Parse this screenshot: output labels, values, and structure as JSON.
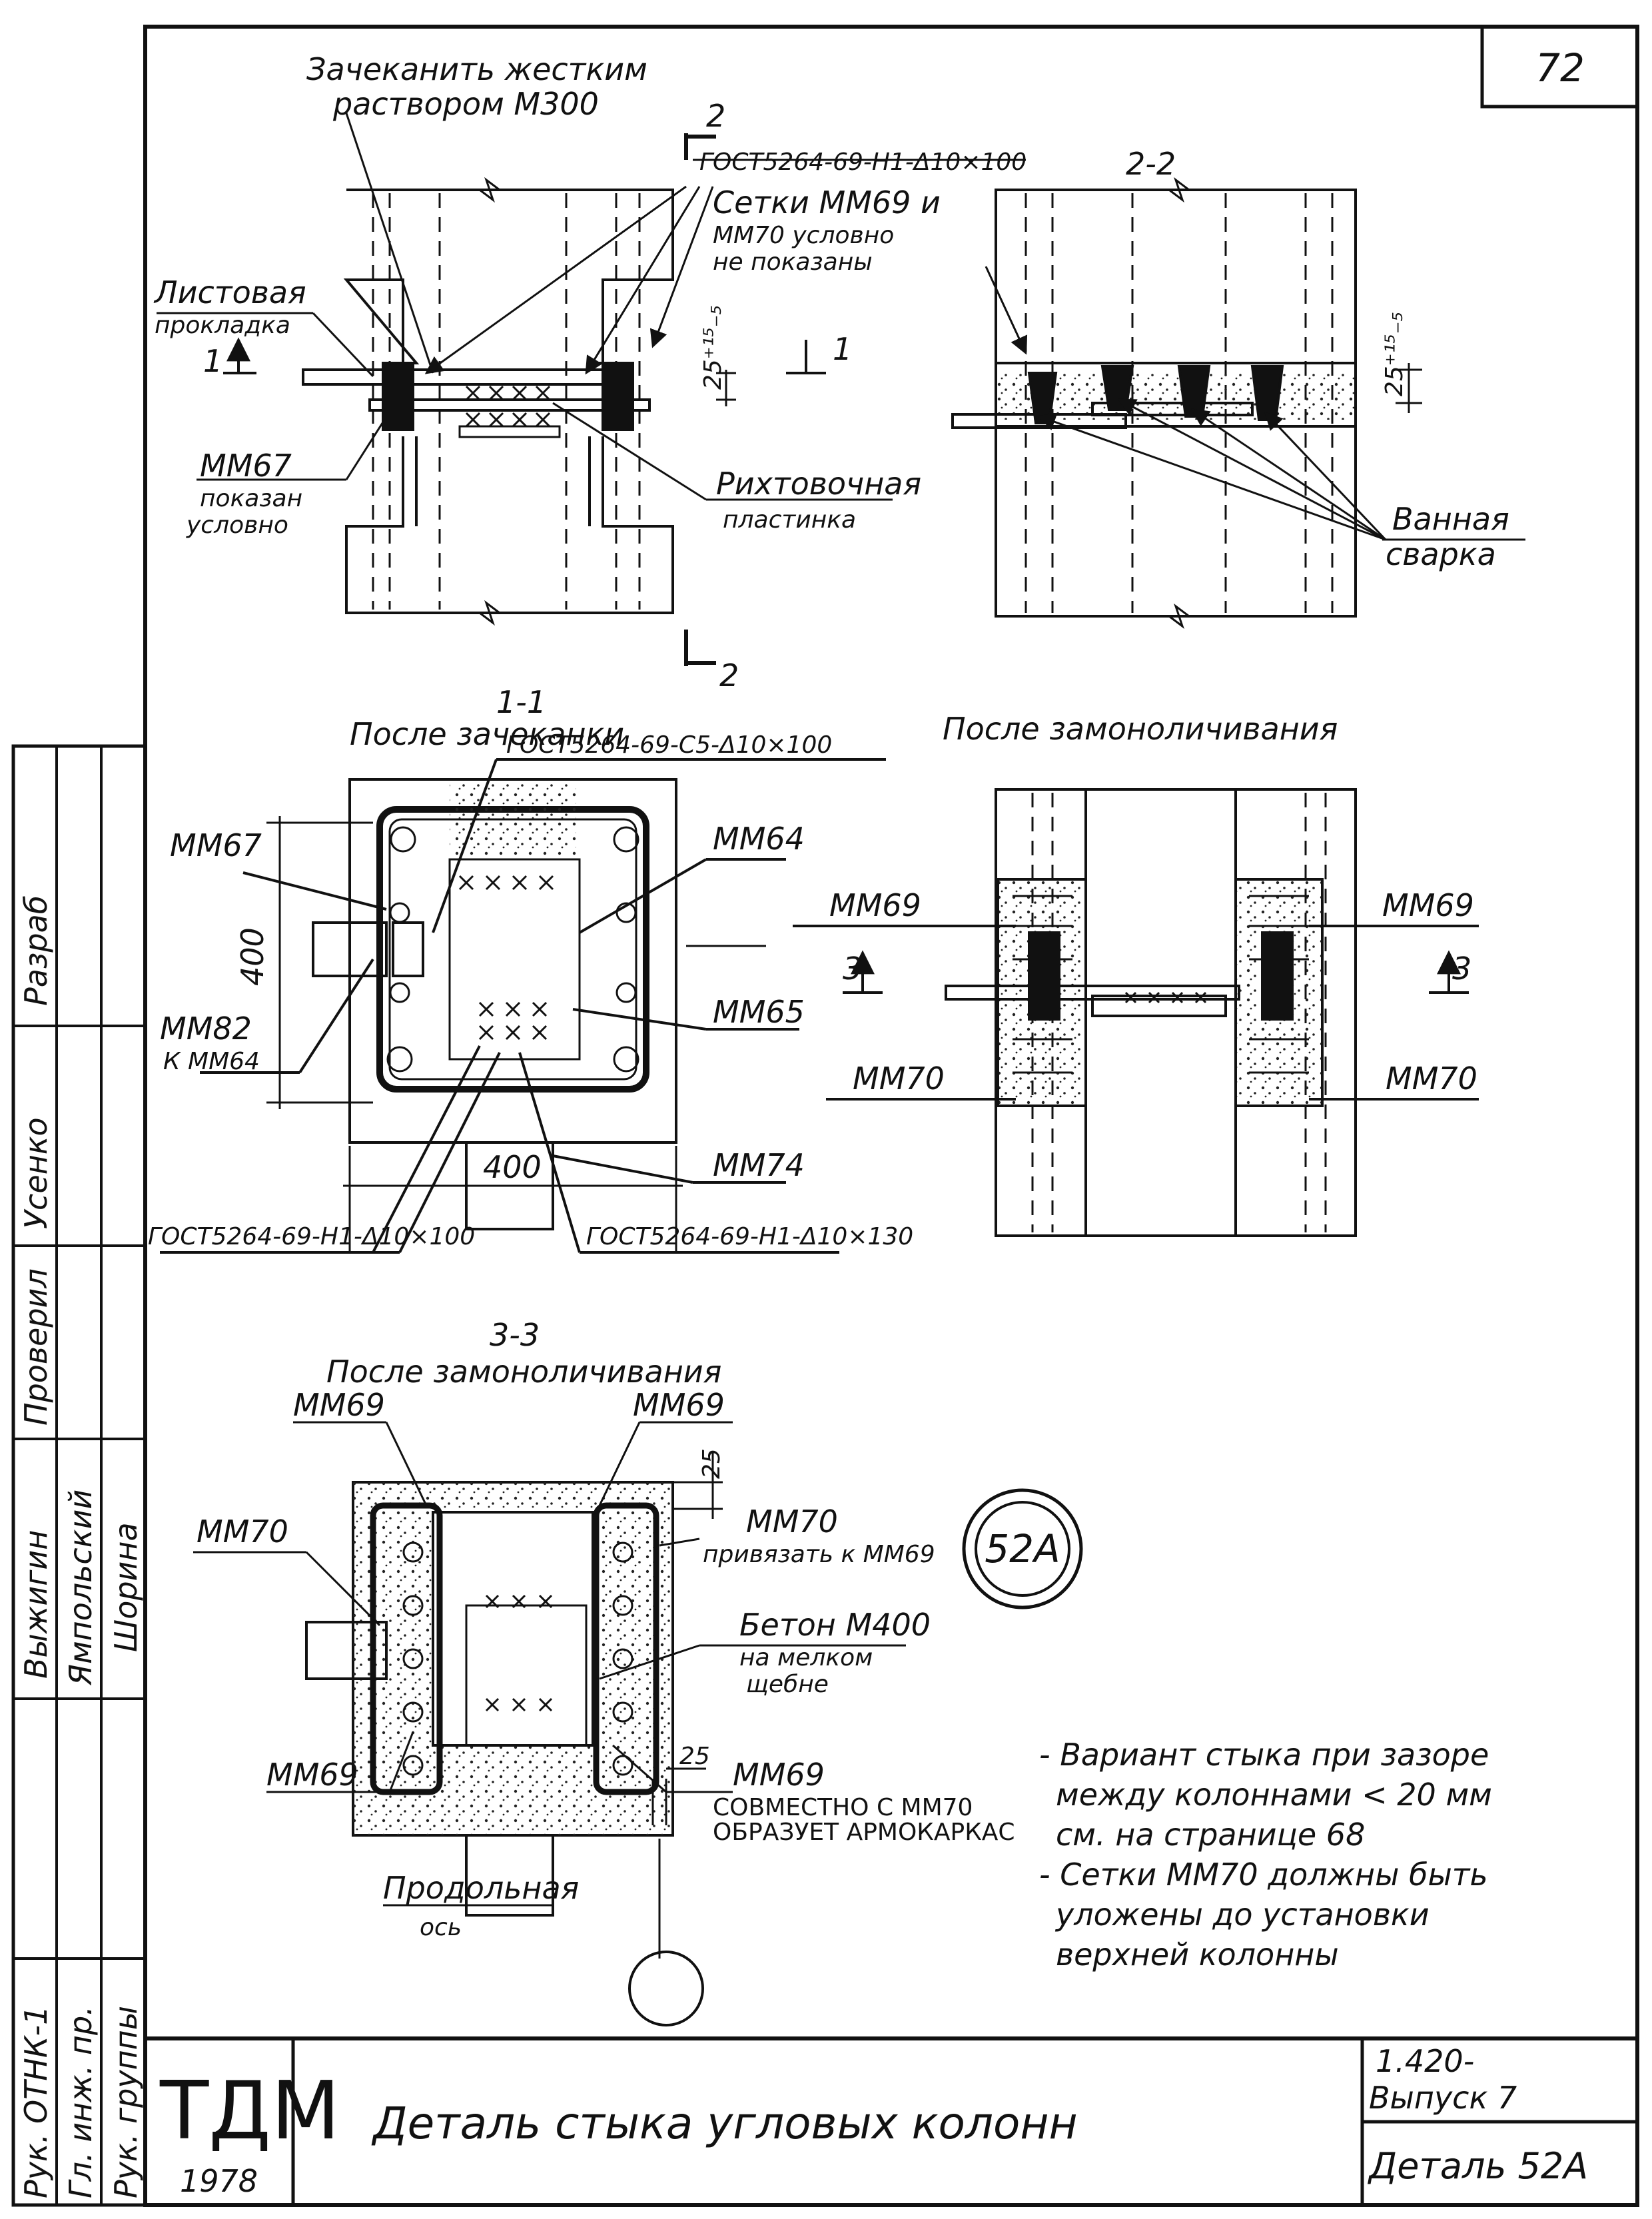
{
  "sheet": {
    "page_number": "72",
    "stamp": "52A"
  },
  "title_block": {
    "logo": "ТДМ",
    "year": "1978",
    "title": "Деталь стыка угловых колонн",
    "series_line1": "1.420-",
    "series_line2": "Выпуск 7",
    "detail": "Деталь 52А"
  },
  "side_stamp": {
    "roles": [
      "Рук. ОТНК-1",
      "Гл. инж. пр.",
      "Рук. группы",
      "Выжигин",
      "Ямпольский",
      "Шорина",
      "Проверил",
      "Усенко",
      "Разраб"
    ],
    "approved": "Разраб",
    "checked": "Проверил"
  },
  "view_top_left": {
    "note_caulk_1": "Зачеканить жестким",
    "note_caulk_2": "раствором М300",
    "section_mark": "2",
    "gost_top": "ГОСТ5264-69-Н1-Δ10×100",
    "mesh_note_1": "Сетки ММ69 и",
    "mesh_note_2": "ММ70 условно",
    "mesh_note_3": "не показаны",
    "sheet_pad_1": "Листовая",
    "sheet_pad_2": "прокладка",
    "cut_mark": "1",
    "dim_25": "25⁺¹⁵₋₅",
    "mm67_1": "ММ67",
    "mm67_2": "показан",
    "mm67_3": "условно",
    "align_plate_1": "Рихтовочная",
    "align_plate_2": "пластинка"
  },
  "view_top_right": {
    "section_title": "2-2",
    "dim_25": "25⁺¹⁵₋₅",
    "bath_weld_1": "Ванная",
    "bath_weld_2": "сварка"
  },
  "view_mid_left": {
    "section_title": "1-1",
    "subtitle": "После зачеканки",
    "gost_c5": "ГОСТ5264-69-С5-Δ10×100",
    "mm67": "ММ67",
    "mm64": "ММ64",
    "mm65": "ММ65",
    "mm82": "ММ82",
    "mm82_note": "К ММ64",
    "mm74": "ММ74",
    "dim_v": "400",
    "dim_h": "400",
    "gost_left": "ГОСТ5264-69-Н1-Δ10×100",
    "gost_bottom": "ГОСТ5264-69-Н1-Δ10×130"
  },
  "view_mid_right": {
    "subtitle": "После замоноличивания",
    "mm69_l": "ММ69",
    "mm69_r": "ММ69",
    "mm70_l": "ММ70",
    "mm70_r": "ММ70",
    "cut_l": "3",
    "cut_r": "3"
  },
  "view_bottom": {
    "section_title": "3-3",
    "subtitle": "После замоноличивания",
    "mm69_tl": "ММ69",
    "mm69_tr": "ММ69",
    "mm70_l": "ММ70",
    "mm70_r": "ММ70",
    "mm70_r_note": "привязать к ММ69",
    "concrete_1": "Бетон М400",
    "concrete_2": "на мелком",
    "concrete_3": "щебне",
    "dim_25_side": "25",
    "dim_25_bot": "25",
    "mm69_bl": "ММ69",
    "mm69_br": "ММ69",
    "mm69_br_note_1": "СОВМЕСТНО С ММ70",
    "mm69_br_note_2": "ОБРАЗУЕТ АРМОКАРКАС",
    "axis_1": "Продольная",
    "axis_2": "ось"
  },
  "notes": {
    "n1": "- Вариант стыка при зазоре",
    "n2": "между колоннами < 20 мм",
    "n3": "см. на странице 68",
    "n4": "- Сетки ММ70 должны быть",
    "n5": "уложены до установки",
    "n6": "верхней колонны"
  }
}
